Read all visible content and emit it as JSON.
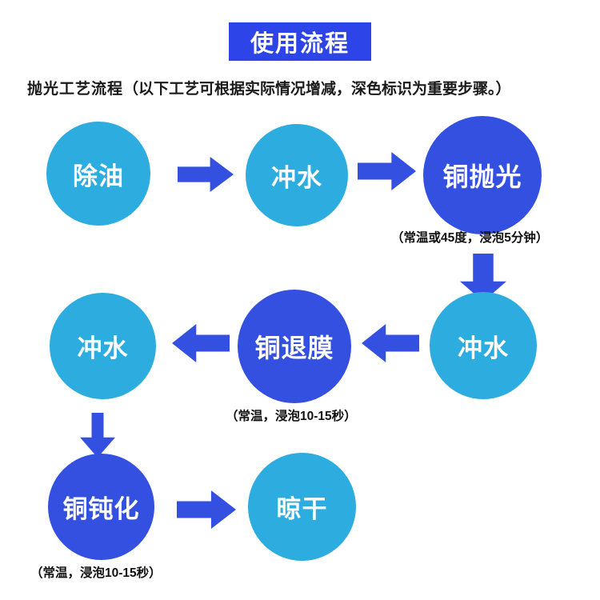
{
  "header": {
    "title": "使用流程",
    "title_bg": "#2D45E8",
    "subtitle_lead": "抛光工艺流程",
    "subtitle_note": "（以下工艺可根据实际情况增减，深色标识为重要步骤。）"
  },
  "colors": {
    "light_blue": "#2DACE0",
    "dark_blue": "#3350E0",
    "arrow_blue": "#3350E0",
    "text_white": "#FFFFFF",
    "text_black": "#111111"
  },
  "flow": {
    "nodes": [
      {
        "id": "degrease",
        "label": "除油",
        "style": "light",
        "row": 1
      },
      {
        "id": "rinse1",
        "label": "冲水",
        "style": "light",
        "row": 1
      },
      {
        "id": "cu-polish",
        "label": "铜抛光",
        "style": "dark",
        "row": 1
      },
      {
        "id": "rinse2",
        "label": "冲水",
        "style": "light",
        "row": 2
      },
      {
        "id": "cu-strip",
        "label": "铜退膜",
        "style": "dark",
        "row": 2
      },
      {
        "id": "rinse3",
        "label": "冲水",
        "style": "light",
        "row": 2
      },
      {
        "id": "cu-passive",
        "label": "铜钝化",
        "style": "dark",
        "row": 3
      },
      {
        "id": "dry",
        "label": "晾干",
        "style": "light",
        "row": 3
      }
    ],
    "captions": [
      {
        "for": "cu-polish",
        "text": "（常温或45度，浸泡5分钟）"
      },
      {
        "for": "cu-strip",
        "text": "（常温，浸泡10-15秒）"
      },
      {
        "for": "cu-passive",
        "text": "（常温，浸泡10-15秒）"
      }
    ],
    "arrows": [
      {
        "id": "a1",
        "from": "degrease",
        "to": "rinse1",
        "direction": "right"
      },
      {
        "id": "a2",
        "from": "rinse1",
        "to": "cu-polish",
        "direction": "right"
      },
      {
        "id": "a3",
        "from": "cu-polish",
        "to": "rinse3",
        "direction": "down"
      },
      {
        "id": "a4",
        "from": "rinse3",
        "to": "cu-strip",
        "direction": "left"
      },
      {
        "id": "a5",
        "from": "cu-strip",
        "to": "rinse2",
        "direction": "left"
      },
      {
        "id": "a6",
        "from": "rinse2",
        "to": "cu-passive",
        "direction": "down"
      },
      {
        "id": "a7",
        "from": "cu-passive",
        "to": "dry",
        "direction": "right"
      }
    ]
  }
}
